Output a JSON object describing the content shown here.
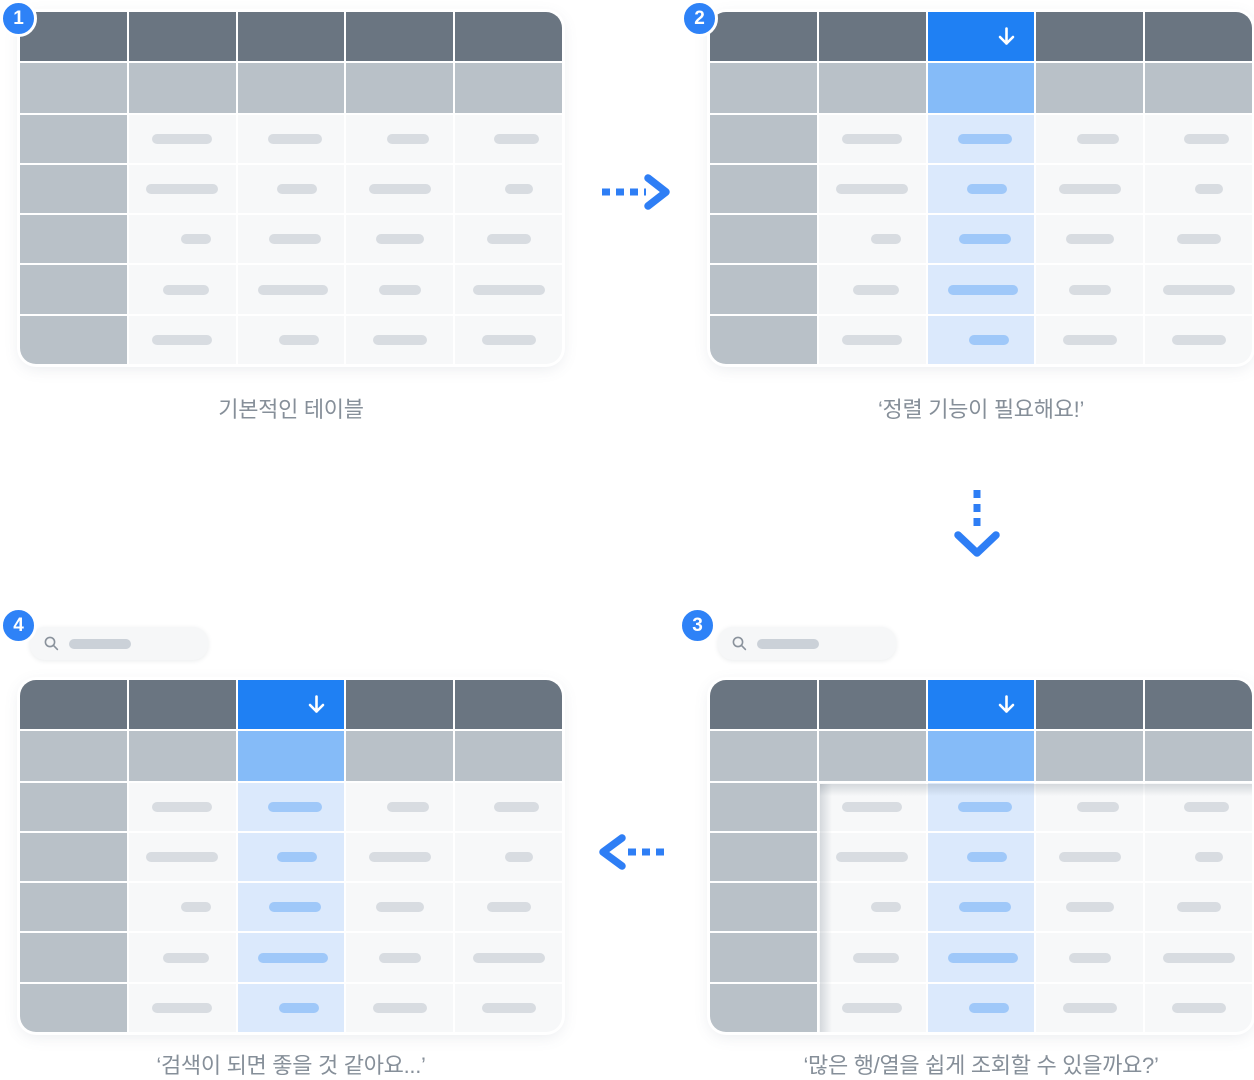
{
  "page": {
    "background": "#ffffff"
  },
  "colors": {
    "accent_blue": "#2e82f7",
    "sort_header_blue": "#1f80f3",
    "sort_subheader_blue": "#85bbf8",
    "sort_column_tint": "#dbe9fc",
    "sort_pill_blue": "#9fc8f9",
    "header_dark": "#6a7581",
    "header_gray": "#b9c1c8",
    "cell_bg": "#f7f8f9",
    "pill_gray": "#d8dce1",
    "search_bg": "#f6f7f8",
    "search_pill": "#cbd1d8",
    "search_icon": "#8a929c",
    "caption_text": "#868f99",
    "arrow_blue": "#2e7ef5"
  },
  "steps": [
    {
      "badge": "1",
      "caption": "기본적인 테이블",
      "sorted": false,
      "search": false,
      "frozen": false
    },
    {
      "badge": "2",
      "caption": "‘정렬 기능이 필요해요!’",
      "sorted": true,
      "search": false,
      "frozen": false
    },
    {
      "badge": "3",
      "caption": "‘많은 행/열을 쉽게 조회할 수 있을까요?’",
      "sorted": true,
      "search": true,
      "frozen": true
    },
    {
      "badge": "4",
      "caption": "‘검색이 되면 좋을 것 같아요...’",
      "sorted": true,
      "search": true,
      "frozen": false
    }
  ],
  "table": {
    "columns": 5,
    "header_rows": 2,
    "data_rows": 5,
    "sorted_column_index": 2,
    "sort_icon": "arrow-down-icon",
    "skeleton_pills": [
      [
        {
          "w": 60,
          "o": 0
        },
        {
          "w": 54,
          "o": 4
        },
        {
          "w": 42,
          "o": 8
        },
        {
          "w": 45,
          "o": 8
        }
      ],
      [
        {
          "w": 72,
          "o": 0
        },
        {
          "w": 40,
          "o": 6
        },
        {
          "w": 62,
          "o": 0
        },
        {
          "w": 28,
          "o": 10
        }
      ],
      [
        {
          "w": 30,
          "o": 14
        },
        {
          "w": 52,
          "o": 4
        },
        {
          "w": 48,
          "o": 0
        },
        {
          "w": 44,
          "o": 0
        }
      ],
      [
        {
          "w": 46,
          "o": 4
        },
        {
          "w": 70,
          "o": 2
        },
        {
          "w": 42,
          "o": 0
        },
        {
          "w": 72,
          "o": 0
        }
      ],
      [
        {
          "w": 60,
          "o": 0
        },
        {
          "w": 40,
          "o": 8
        },
        {
          "w": 54,
          "o": 0
        },
        {
          "w": 54,
          "o": 0
        }
      ]
    ]
  },
  "search": {
    "icon": "magnifier-icon"
  },
  "arrows": [
    {
      "direction": "right",
      "from_step": "1",
      "to_step": "2"
    },
    {
      "direction": "down",
      "from_step": "2",
      "to_step": "3"
    },
    {
      "direction": "left",
      "from_step": "3",
      "to_step": "4"
    }
  ]
}
